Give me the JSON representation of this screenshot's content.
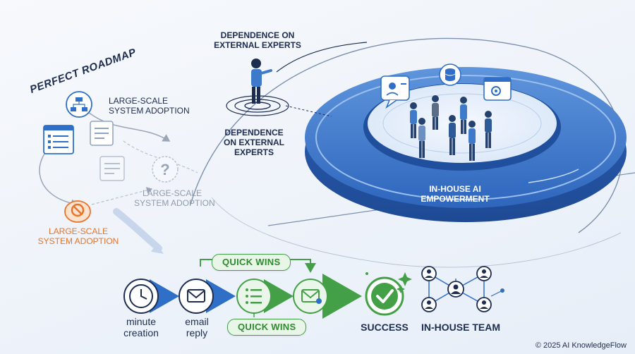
{
  "roadmap": {
    "title": "PERFECT ROADMAP",
    "step_top_line1": "LARGE-SCALE",
    "step_top_line2": "SYSTEM ADOPTION",
    "step_mid_line1": "LARGE-SCALE",
    "step_mid_line2": "SYSTEM ADOPTION",
    "step_fail_line1": "LARGE-SCALE",
    "step_fail_line2": "SYSTEM ADOPTION"
  },
  "experts": {
    "top_line1": "DEPENDENCE ON",
    "top_line2": "EXTERNAL EXPERTS",
    "mid_line1": "DEPENDENCE",
    "mid_line2": "ON EXTERNAL",
    "mid_line3": "EXPERTS"
  },
  "ring": {
    "label_line1": "IN-HOUSE AI",
    "label_line2": "EMPOWERMENT"
  },
  "flow": {
    "quick_wins_top": "QUICK WINS",
    "quick_wins_bottom": "QUICK WINS",
    "minute_line1": "minute",
    "minute_line2": "creation",
    "email_line1": "email",
    "email_line2": "reply",
    "success": "SUCCESS",
    "team": "IN-HOUSE TEAM"
  },
  "footer": {
    "copyright": "© 2025 AI KnowledgeFlow"
  },
  "colors": {
    "navy": "#1d2d4f",
    "blue": "#2f6fc8",
    "orange": "#e8742a",
    "green": "#43a047",
    "gray": "#9aa6b6"
  }
}
